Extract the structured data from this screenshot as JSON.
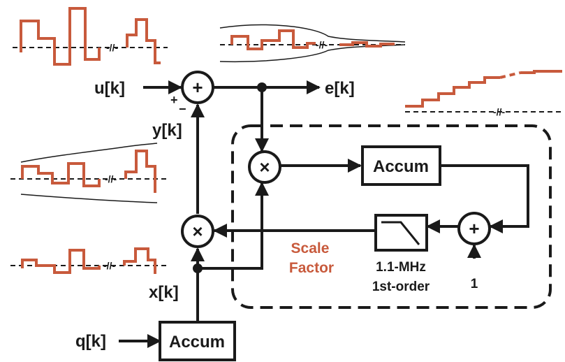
{
  "signals": {
    "u": "u[k]",
    "e": "e[k]",
    "y": "y[k]",
    "x": "x[k]",
    "q": "q[k]"
  },
  "blocks": {
    "accum_top": "Accum",
    "accum_bottom": "Accum",
    "filter_line1": "1.1-MHz",
    "filter_line2": "1st-order",
    "constant": "1"
  },
  "operators": {
    "sum": "+",
    "multiply": "×"
  },
  "signs": {
    "plus": "+",
    "minus": "−"
  },
  "scale_factor": {
    "line1": "Scale",
    "line2": "Factor"
  },
  "colors": {
    "waveform": "#c85a3c",
    "line": "#1a1a1a",
    "accent_text": "#c85a3c"
  }
}
